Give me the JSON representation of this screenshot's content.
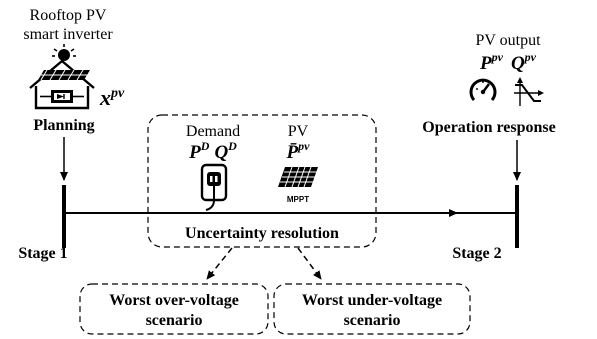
{
  "planning": {
    "title_line1": "Rooftop PV",
    "title_line2": "smart inverter",
    "variable_symbol": "x",
    "variable_superscript": "pv",
    "label": "Planning",
    "icon": "house-with-solar-panel-and-sun-icon"
  },
  "uncertainty": {
    "demand_label": "Demand",
    "demand_p": "P",
    "demand_p_sup": "D",
    "demand_q": "Q",
    "demand_q_sup": "D",
    "pv_label": "PV",
    "pv_symbol": "P̄",
    "pv_sup": "pv",
    "mppt_label": "MPPT",
    "resolution_label": "Uncertainty resolution",
    "demand_icon": "power-outlet-plug-icon",
    "pv_icon": "solar-panel-icon"
  },
  "operation": {
    "title": "PV output",
    "p_symbol": "P",
    "p_sup": "pv",
    "q_symbol": "Q",
    "q_sup": "pv",
    "label": "Operation response",
    "icons": [
      "speedometer-gauge-icon",
      "volt-var-curve-icon"
    ]
  },
  "timeline": {
    "stage1_label": "Stage 1",
    "stage2_label": "Stage 2"
  },
  "scenarios": {
    "over_line1": "Worst over-voltage",
    "over_line2": "scenario",
    "under_line1": "Worst under-voltage",
    "under_line2": "scenario"
  },
  "colors": {
    "stroke": "#000000",
    "background": "#ffffff"
  }
}
